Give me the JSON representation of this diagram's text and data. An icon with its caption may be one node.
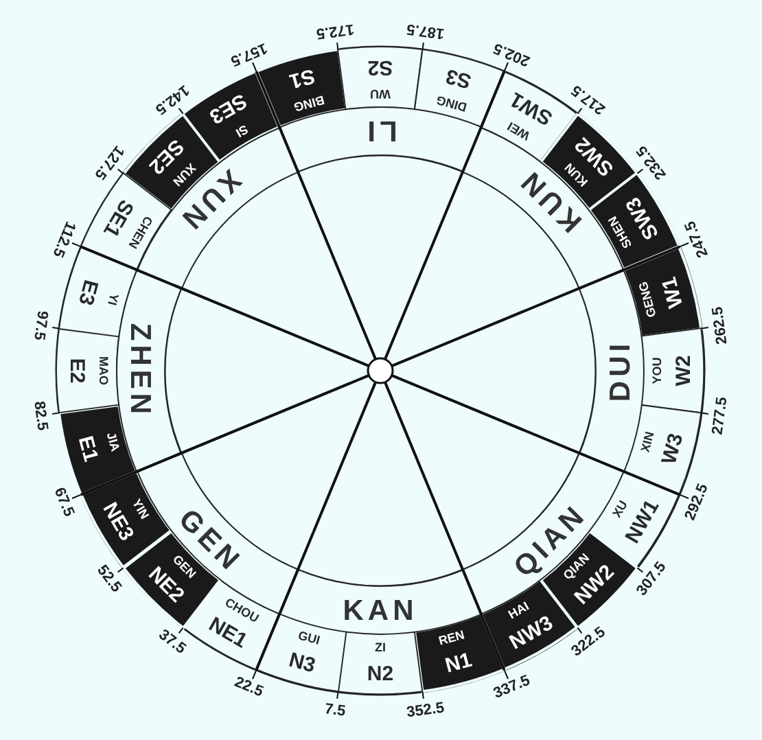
{
  "diagram": {
    "nodes": [
      {
        "text": [
          "XUN",
          "SE2"
        ]
      },
      {
        "text": [
          "SI",
          "SE3"
        ]
      },
      {
        "text": [
          "BING",
          "S1"
        ]
      },
      {
        "text": [
          "WU",
          "S2"
        ]
      },
      {
        "text": [
          "DING",
          "S3"
        ]
      },
      {
        "text": [
          "WEI",
          "SW1"
        ]
      },
      {
        "text": [
          "KUN",
          "SW2"
        ]
      },
      {
        "text": [
          "SHEN",
          "SW3"
        ]
      },
      {
        "text": [
          "GENG",
          "W1"
        ]
      },
      {
        "text": [
          "YOU",
          "W2"
        ]
      },
      {
        "text": [
          "XIN",
          "W3"
        ]
      },
      {
        "text": [
          "XU",
          "NW1"
        ]
      },
      {
        "text": [
          "QIAN",
          "NW2"
        ]
      },
      {
        "text": [
          "HAI",
          "NW3"
        ]
      },
      {
        "text": [
          "REN",
          "N1"
        ]
      },
      {
        "text": [
          "ZI",
          "N2"
        ]
      },
      {
        "text": [
          "GUI",
          "N3"
        ]
      },
      {
        "text": [
          "CHOU",
          "NE1"
        ]
      },
      {
        "text": [
          "GEN",
          "NE2"
        ]
      },
      {
        "text": [
          "YIN",
          "NE3"
        ]
      },
      {
        "text": [
          "JIA",
          "E1"
        ]
      },
      {
        "text": [
          "MAO",
          "E2"
        ]
      },
      {
        "text": [
          "YI",
          "E3"
        ]
      },
      {
        "text": [
          "CHEN",
          "SE1"
        ]
      },
      {
        "text": [
          "XUN"
        ]
      },
      {
        "text": [
          "LI"
        ]
      },
      {
        "text": [
          "KUN"
        ]
      },
      {
        "text": [
          "DUI"
        ]
      },
      {
        "text": [
          "QIAN"
        ]
      },
      {
        "text": [
          "KAN"
        ]
      },
      {
        "text": [
          "GEN"
        ]
      },
      {
        "text": [
          "ZHEN"
        ]
      }
    ],
    "edges": [],
    "labels": [
      "127.5",
      "142.5",
      "157.5",
      "172.5",
      "187.5",
      "202.5",
      "217.5",
      "232.5",
      "247.5",
      "262.5",
      "277.5",
      "292.5",
      "307.5",
      "322.5",
      "337.5",
      "352.5",
      "7.5",
      "22.5",
      "37.5",
      "52.5",
      "67.5",
      "82.5",
      "97.5",
      "112.5"
    ]
  }
}
